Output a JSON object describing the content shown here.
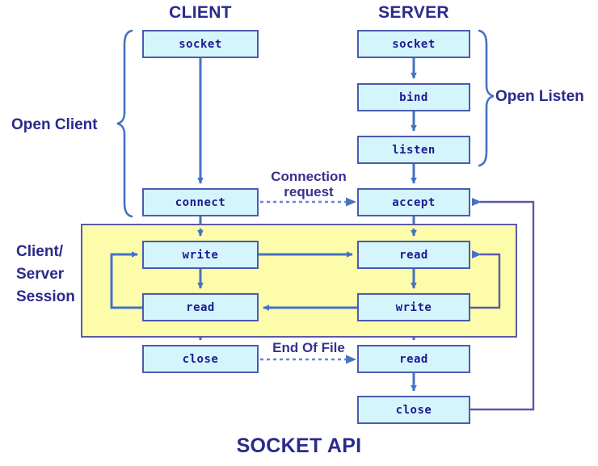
{
  "figure": {
    "title": "SOCKET API",
    "columns": [
      {
        "name": "client-column",
        "label": "CLIENT"
      },
      {
        "name": "server-column",
        "label": "SERVER"
      }
    ],
    "groups": [
      {
        "name": "open-client",
        "label": "Open Client"
      },
      {
        "name": "open-listen",
        "label": "Open Listen"
      },
      {
        "name": "client-server-session",
        "label": "Client/\nServer\nSession",
        "lines": [
          "Client/",
          "Server",
          "Session"
        ]
      }
    ],
    "nodes": {
      "client_socket": "socket",
      "client_connect": "connect",
      "client_write": "write",
      "client_read": "read",
      "client_close": "close",
      "server_socket": "socket",
      "server_bind": "bind",
      "server_listen": "listen",
      "server_accept": "accept",
      "server_read": "read",
      "server_write": "write",
      "server_read2": "read",
      "server_close": "close"
    },
    "edge_labels": {
      "connection_request_line1": "Connection",
      "connection_request_line2": "request",
      "end_of_file": "End Of File"
    },
    "colors": {
      "node_fill": "#d5f5fc",
      "node_stroke": "#4a5bb0",
      "session_fill": "#fdfcab",
      "session_stroke": "#5a5aa8",
      "arrow": "#4472c4",
      "dashed_arrow": "#6a85d6",
      "title_text": "#2a2a8c",
      "node_text": "#1b1b8f",
      "edge_label_text": "#3b2f8f",
      "background": "#ffffff"
    }
  }
}
